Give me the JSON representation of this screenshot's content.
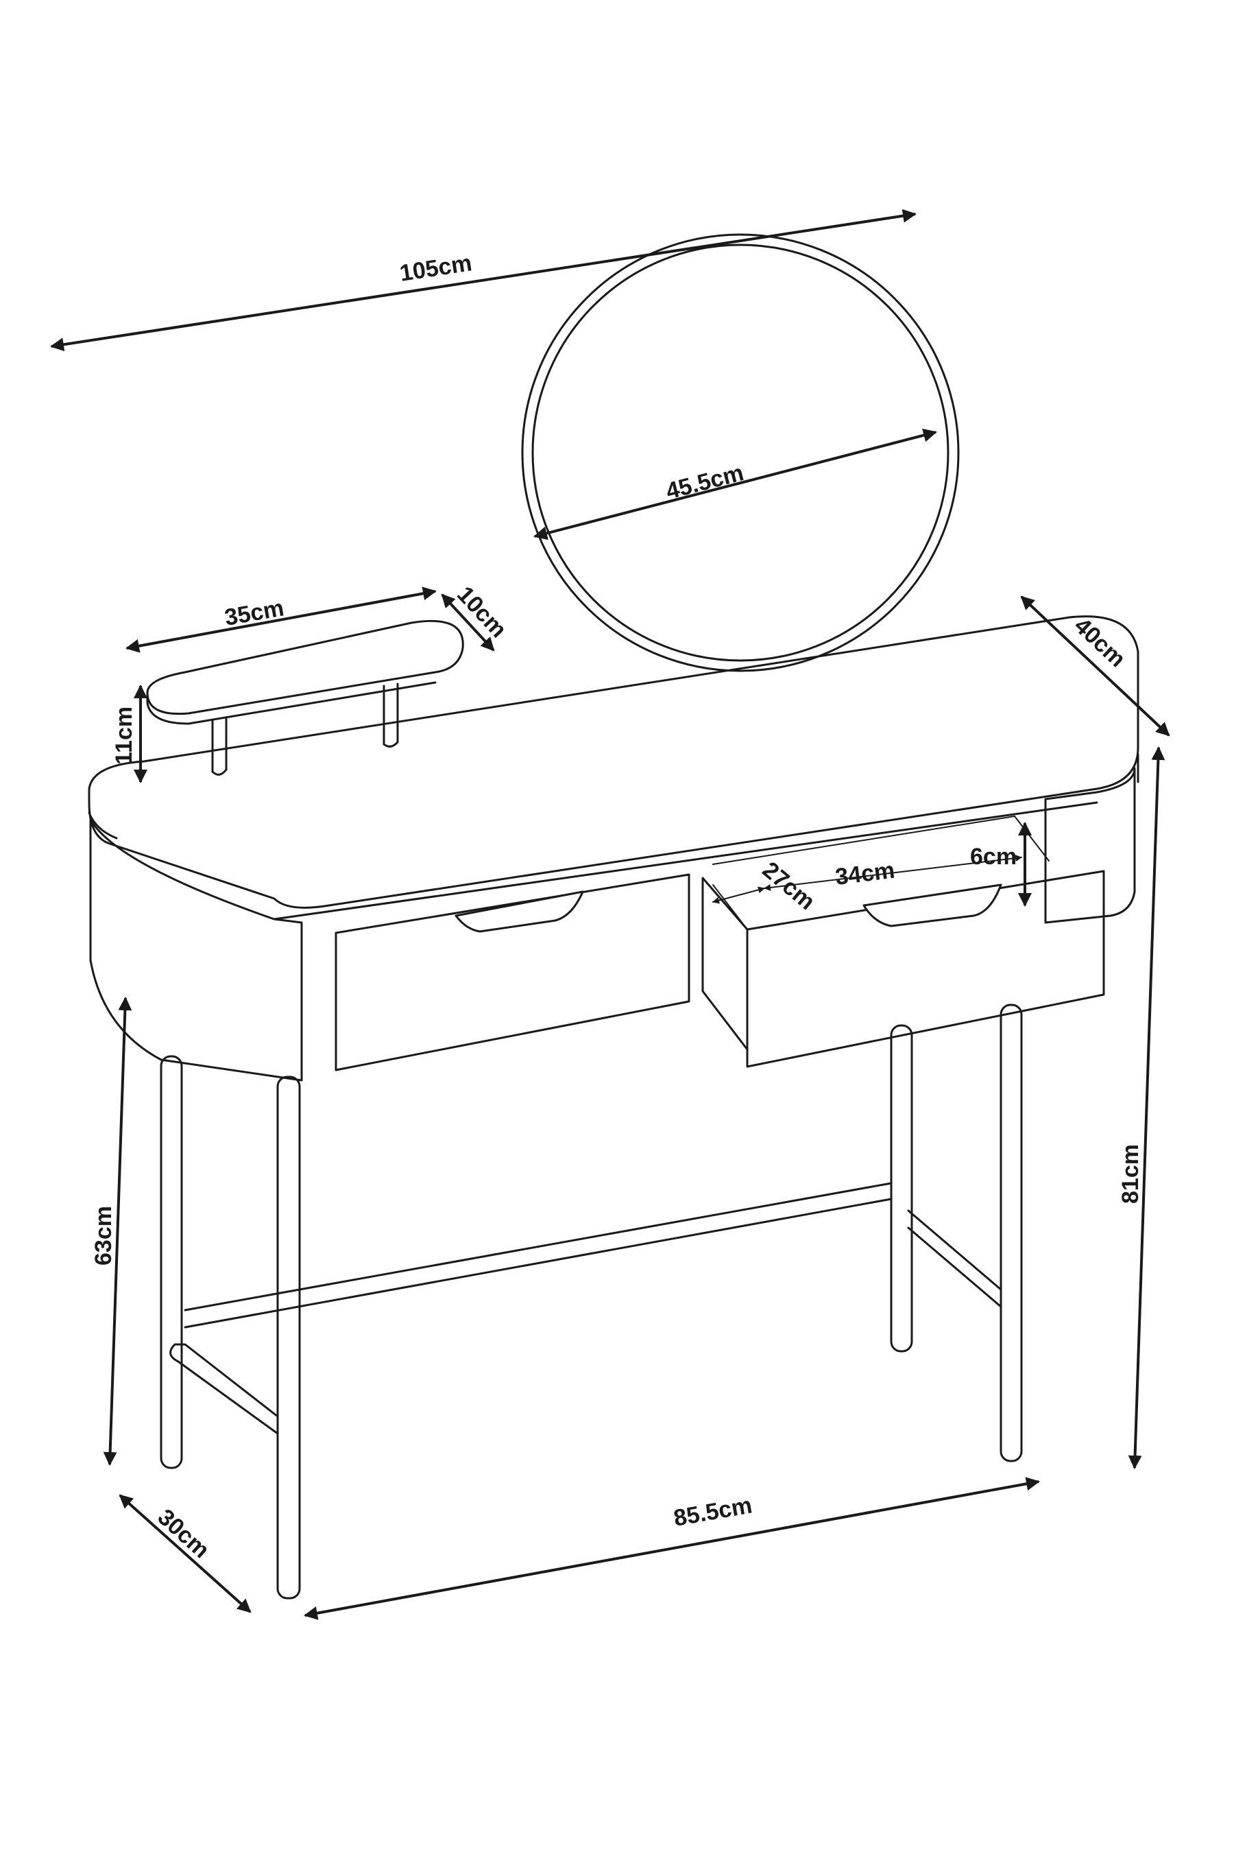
{
  "colors": {
    "ink": "#1a1a1a",
    "paper": "#ffffff"
  },
  "dimensions": {
    "overall_width": "105cm",
    "mirror_diameter": "45.5cm",
    "shelf_length": "35cm",
    "shelf_depth": "10cm",
    "shelf_height": "11cm",
    "table_depth_top": "40cm",
    "drawer_depth": "27cm",
    "drawer_width": "34cm",
    "drawer_height": "6cm",
    "total_height": "81cm",
    "leg_height": "63cm",
    "base_depth": "30cm",
    "base_width": "85.5cm"
  }
}
